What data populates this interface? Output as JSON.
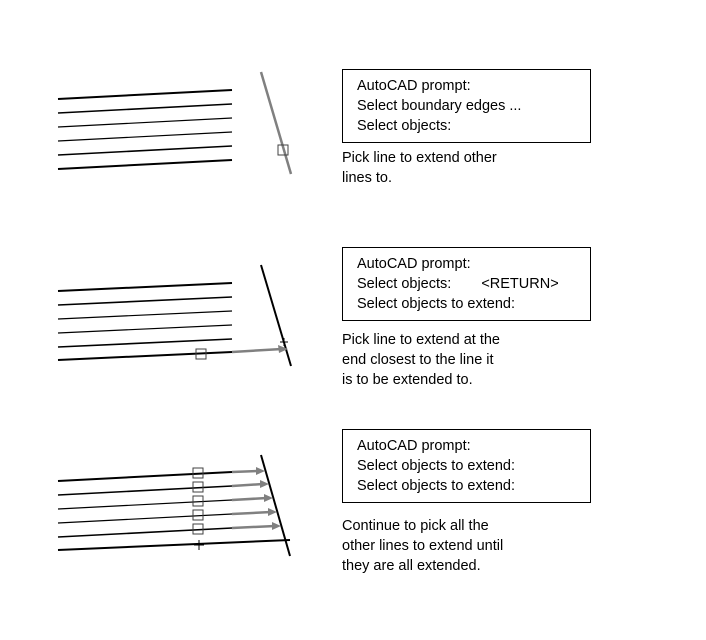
{
  "step1": {
    "prompt": [
      "AutoCAD prompt:",
      "Select boundary edges ...",
      "Select objects:"
    ],
    "caption": [
      "Pick line to extend other",
      "lines to."
    ]
  },
  "step2": {
    "prompt": [
      "AutoCAD prompt:",
      "Select objects:",
      "Select objects to extend:"
    ],
    "prompt_return": "<RETURN>",
    "caption": [
      "Pick line to extend at the",
      "end closest to the line it",
      "is to be extended to."
    ]
  },
  "step3": {
    "prompt": [
      "AutoCAD prompt:",
      "Select objects to extend:",
      "Select objects to extend:"
    ],
    "caption": [
      "Continue to pick all the",
      "other lines to extend until",
      "they are all extended."
    ]
  },
  "colors": {
    "line": "#000000",
    "boundary_highlight": "#808080",
    "extension": "#808080",
    "pickbox": "#404040"
  }
}
